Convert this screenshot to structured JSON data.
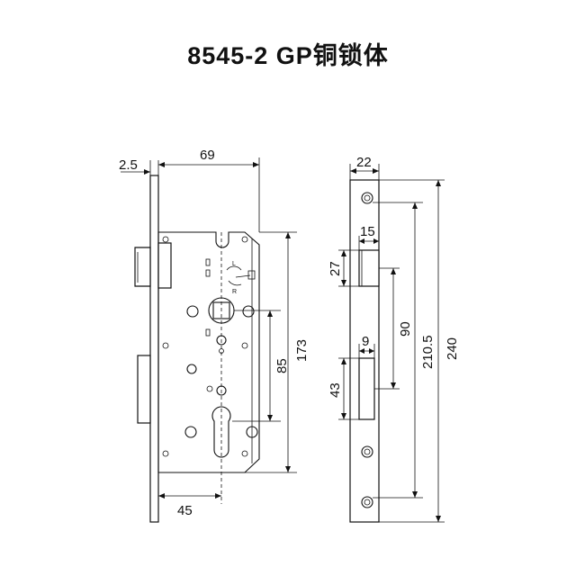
{
  "title": "8545-2 GP铜锁体",
  "dimensions": {
    "backset_faceplate": "2.5",
    "case_width": "69",
    "backset_cylinder": "45",
    "handle_to_cylinder": "85",
    "case_height": "173",
    "faceplate_width": "22",
    "latch_projection": "15",
    "latch_height": "27",
    "bolt_projection": "9",
    "bolt_height": "43",
    "latch_to_bolt": "90",
    "hole_spacing": "210.5",
    "faceplate_length": "240"
  },
  "rotation_labels": {
    "left": "L",
    "right": "R"
  },
  "colors": {
    "line": "#111111",
    "background": "#ffffff"
  }
}
